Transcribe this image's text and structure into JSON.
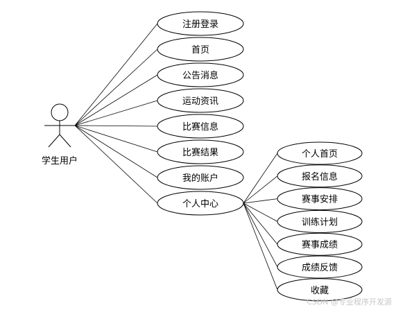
{
  "actor": {
    "label": "学生用户"
  },
  "use_cases": [
    "注册登录",
    "首页",
    "公告消息",
    "运动资讯",
    "比赛信息",
    "比赛结果",
    "我的账户",
    "个人中心"
  ],
  "sub_use_cases": [
    "个人首页",
    "报名信息",
    "赛事安排",
    "训练计划",
    "赛事成绩",
    "成绩反馈",
    "收藏"
  ],
  "watermark": "CSDN @专业程序开发源"
}
